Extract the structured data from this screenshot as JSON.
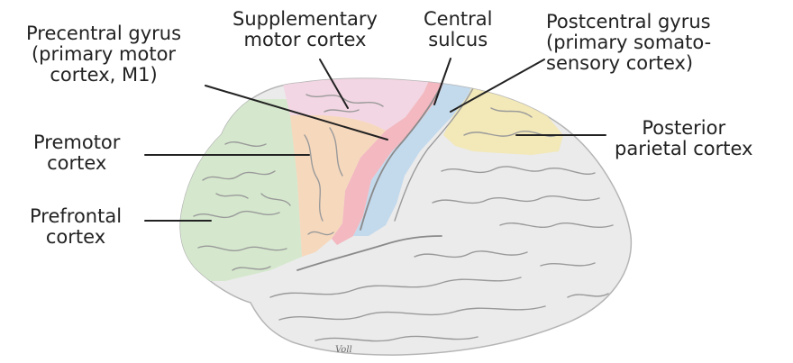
{
  "diagram": {
    "labels": {
      "precentral": [
        "Precentral gyrus",
        "(primary motor",
        "cortex, M1)"
      ],
      "supplementary": [
        "Supplementary",
        "motor cortex"
      ],
      "central": [
        "Central",
        "sulcus"
      ],
      "postcentral": [
        "Postcentral gyrus",
        "(primary somato-",
        "sensory cortex)"
      ],
      "premotor": [
        "Premotor",
        "cortex"
      ],
      "posterior": [
        "Posterior",
        "parietal cortex"
      ],
      "prefrontal": [
        "Prefrontal",
        "cortex"
      ]
    },
    "signature": "Voll",
    "colors": {
      "prefrontal": "#d5e8cd",
      "premotor": "#f6d8bd",
      "supplementary_motor": "#f3d6e3",
      "precentral": "#f3b8c0",
      "postcentral": "#c3d9ec",
      "posterior_parietal": "#f2e8b8",
      "cortex_base": "#ebebeb",
      "sulcus_line": "#9a9a9a",
      "leader_line": "#222222",
      "text": "#222222"
    }
  }
}
